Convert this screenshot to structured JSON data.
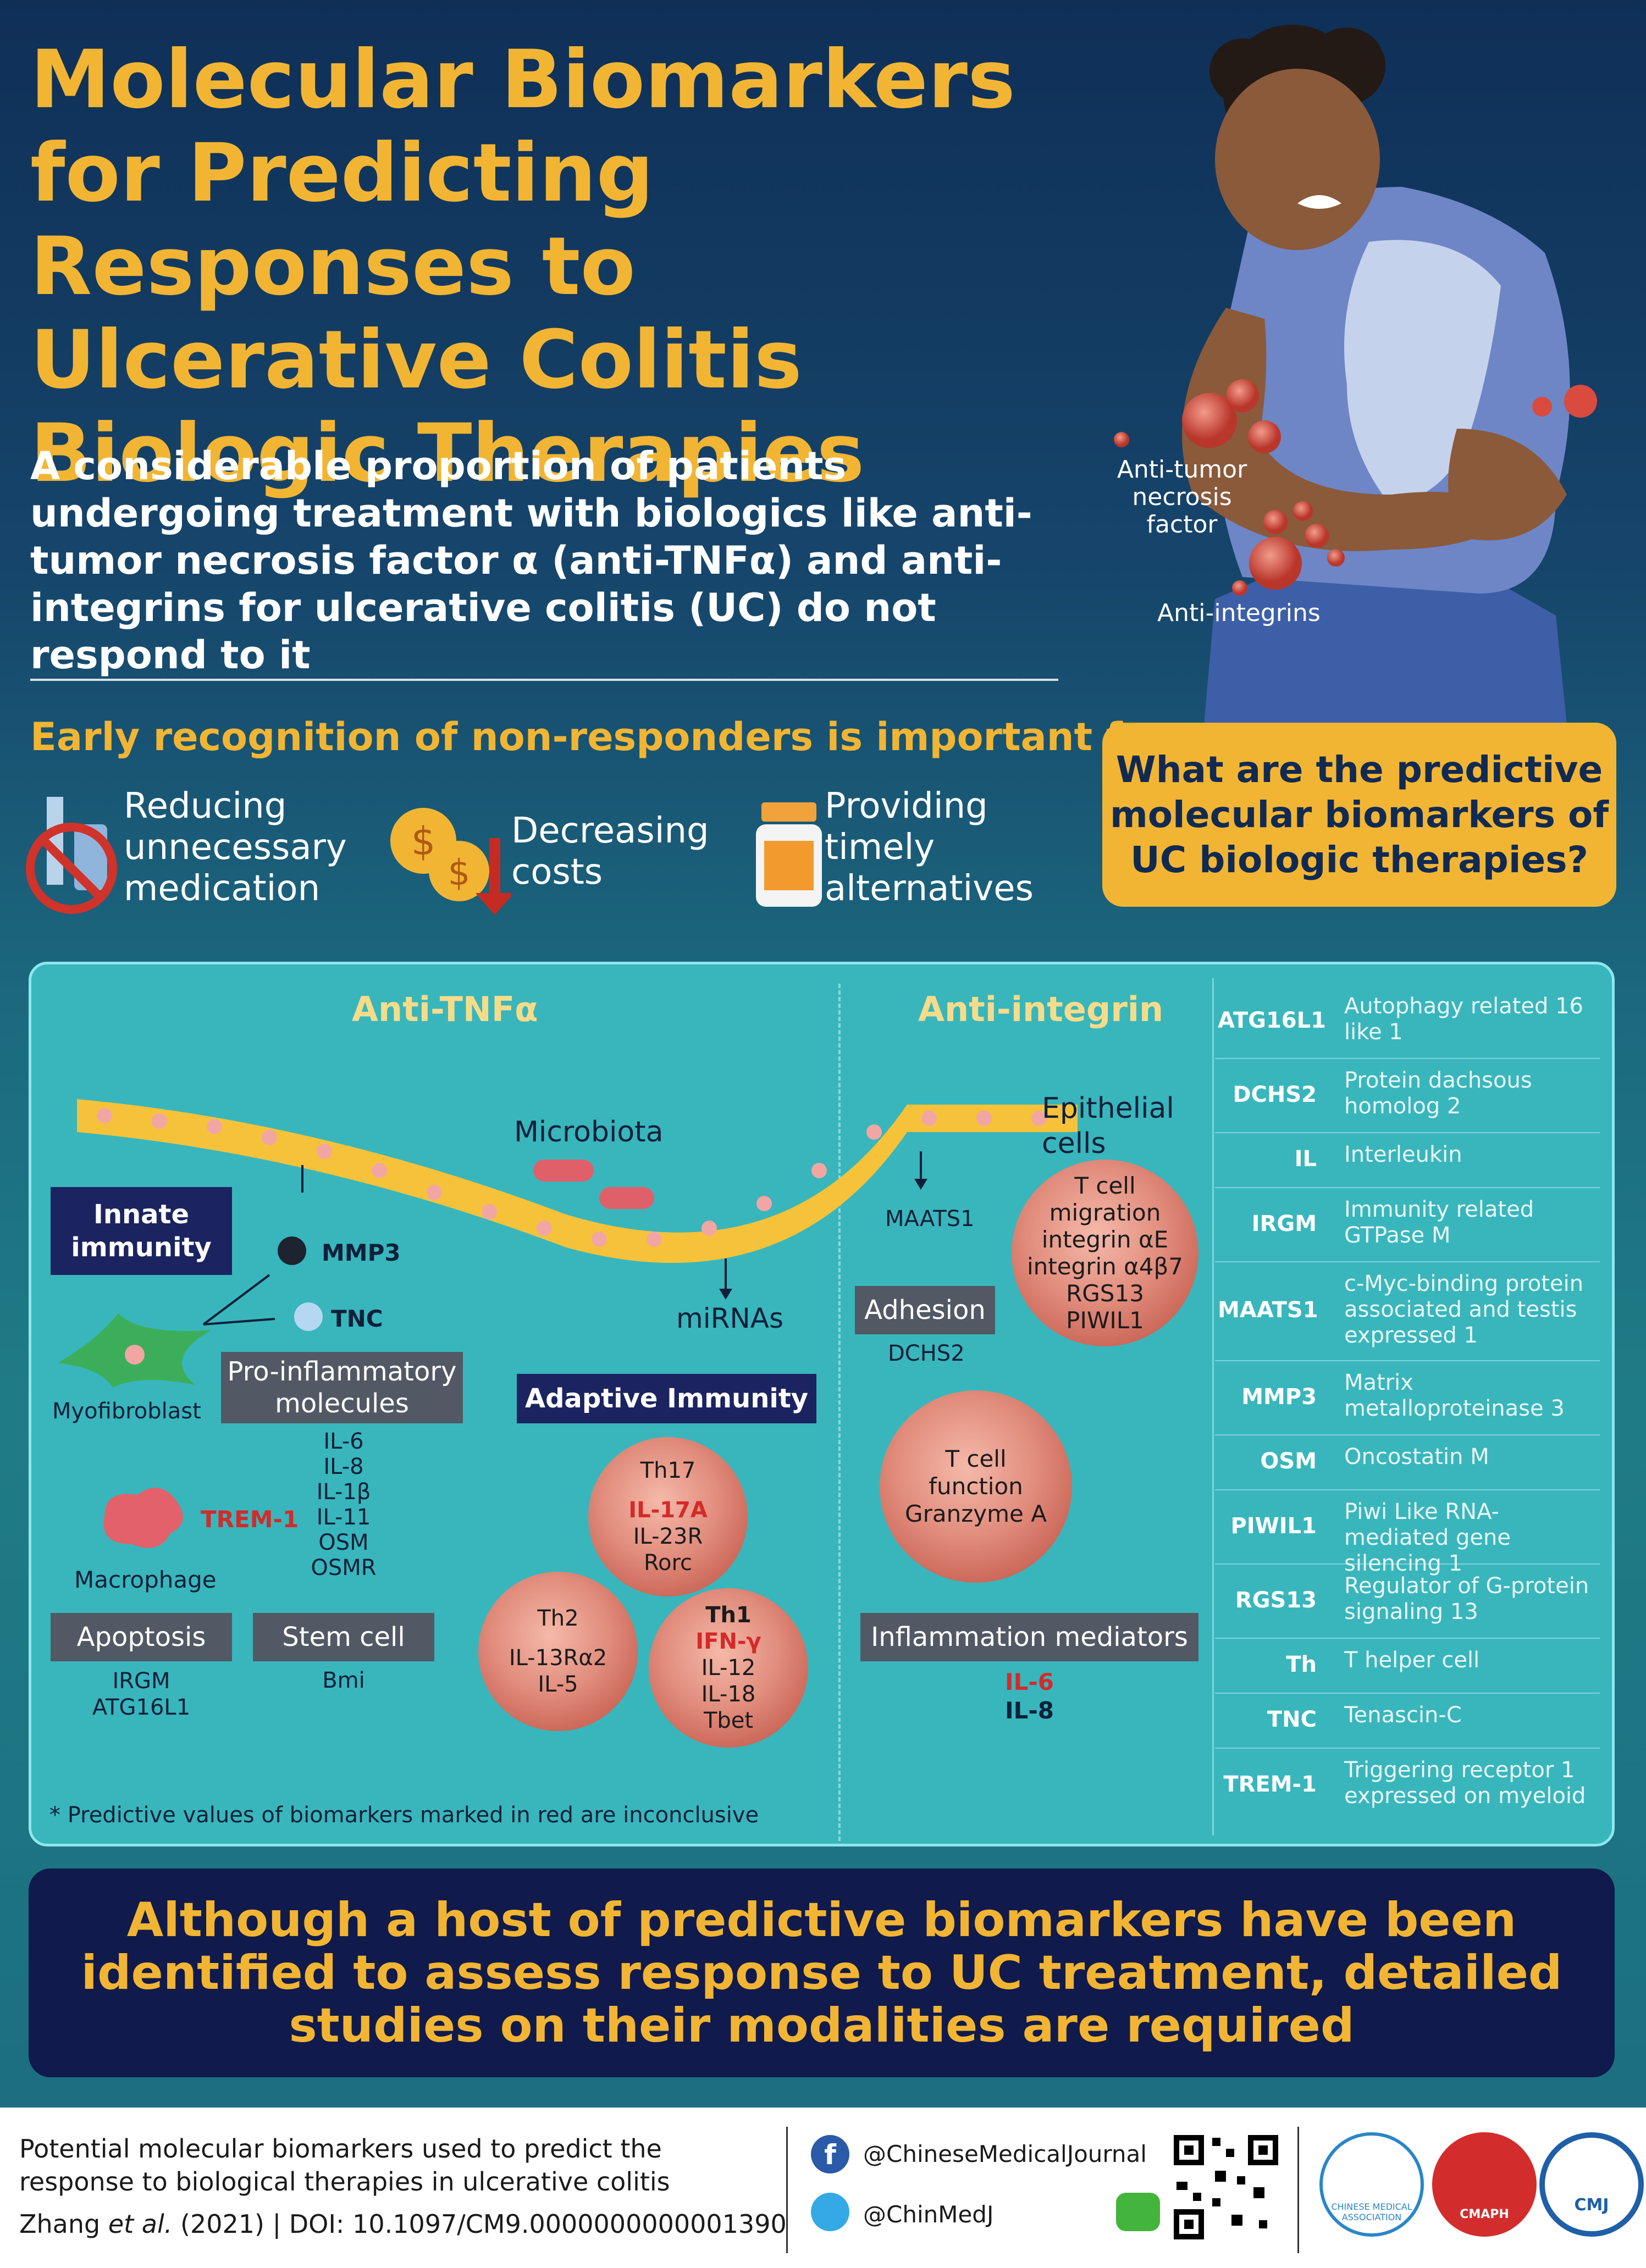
{
  "title": "Molecular Biomarkers for Predicting Responses to Ulcerative Colitis Biologic Therapies",
  "intro": "A considerable proportion of patients undergoing treatment with biologics like anti-tumor necrosis factor α (anti-TNFα) and anti-integrins for ulcerative colitis (UC) do not respond to it",
  "figure_labels": {
    "anti_tnf": "Anti-tumor necrosis factor",
    "anti_integrins": "Anti-integrins"
  },
  "early_heading": "Early recognition of non-responders is important for",
  "benefits": [
    {
      "text": "Reducing unnecessary medication",
      "icon": "no-medication-icon"
    },
    {
      "text": "Decreasing costs",
      "icon": "dollar-coins-icon"
    },
    {
      "text": "Providing timely alternatives",
      "icon": "pill-bottle-icon"
    }
  ],
  "question": "What are the predictive molecular biomarkers of UC biologic therapies?",
  "panel": {
    "anti_tnf_title": "Anti-TNFα",
    "anti_integrin_title": "Anti-integrin",
    "microbiota": "Microbiota",
    "epithelial": "Epithelial cells",
    "innate": "Innate immunity",
    "mmp3": "MMP3",
    "tnc": "TNC",
    "myofibroblast": "Myofibroblast",
    "pro_inflam": "Pro-inflammatory molecules",
    "pro_inflam_items": [
      "IL-6",
      "IL-8",
      "IL-1β",
      "IL-11",
      "OSM",
      "OSMR"
    ],
    "trem": "TREM-1",
    "macrophage": "Macrophage",
    "apoptosis": "Apoptosis",
    "apoptosis_items": [
      "IRGM",
      "ATG16L1"
    ],
    "stem": "Stem cell",
    "stem_items": [
      "Bmi"
    ],
    "mirnas": "miRNAs",
    "adaptive": "Adaptive Immunity",
    "th17": {
      "title": "Th17",
      "items": [
        "IL-17A",
        "IL-23R",
        "Rorc"
      ]
    },
    "th2": {
      "title": "Th2",
      "items": [
        "IL-13Rα2",
        "IL-5"
      ]
    },
    "th1": {
      "title": "Th1",
      "items": [
        "IFN-γ",
        "IL-12",
        "IL-18",
        "Tbet"
      ]
    },
    "maats1": "MAATS1",
    "tcell_migration": [
      "T cell",
      "migration",
      "integrin αE",
      "integrin α4β7",
      "RGS13",
      "PIWIL1"
    ],
    "adhesion": "Adhesion",
    "dchs2": "DCHS2",
    "tcell_function": [
      "T cell",
      "function",
      "Granzyme A"
    ],
    "inflam_mediators": "Inflammation mediators",
    "inflam_items": [
      "IL-6",
      "IL-8"
    ],
    "footnote": "* Predictive values of biomarkers marked in red are inconclusive"
  },
  "glossary": [
    {
      "abbr": "ATG16L1",
      "def": "Autophagy related 16 like 1"
    },
    {
      "abbr": "DCHS2",
      "def": "Protein dachsous homolog 2"
    },
    {
      "abbr": "IL",
      "def": "Interleukin"
    },
    {
      "abbr": "IRGM",
      "def": "Immunity related GTPase M"
    },
    {
      "abbr": "MAATS1",
      "def": "c-Myc-binding protein associated and testis expressed 1"
    },
    {
      "abbr": "MMP3",
      "def": "Matrix metalloproteinase 3"
    },
    {
      "abbr": "OSM",
      "def": "Oncostatin M"
    },
    {
      "abbr": "PIWIL1",
      "def": "Piwi Like RNA-mediated gene silencing 1"
    },
    {
      "abbr": "RGS13",
      "def": "Regulator of G-protein signaling 13"
    },
    {
      "abbr": "Th",
      "def": "T helper cell"
    },
    {
      "abbr": "TNC",
      "def": "Tenascin-C"
    },
    {
      "abbr": "TREM-1",
      "def": "Triggering receptor 1 expressed on myeloid"
    }
  ],
  "conclusion": "Although a host of predictive biomarkers have been identified to assess response to UC treatment, detailed studies on their modalities are required",
  "footer": {
    "caption": "Potential molecular biomarkers used to predict the response to biological therapies in ulcerative colitis",
    "citation_author": "Zhang",
    "citation_etal": "et al.",
    "citation_rest": "(2021) | DOI: 10.1097/CM9.0000000000001390",
    "facebook": "@ChineseMedicalJournal",
    "twitter": "@ChinMedJ",
    "logo_cma": "CHINESE MEDICAL ASSOCIATION",
    "logo_cmaph": "CMAPH",
    "logo_cmj": "CMJ"
  },
  "colors": {
    "accent": "#f2b533",
    "navy": "#101a4c",
    "red": "#d42a2a",
    "panel": "#38b6bc"
  }
}
